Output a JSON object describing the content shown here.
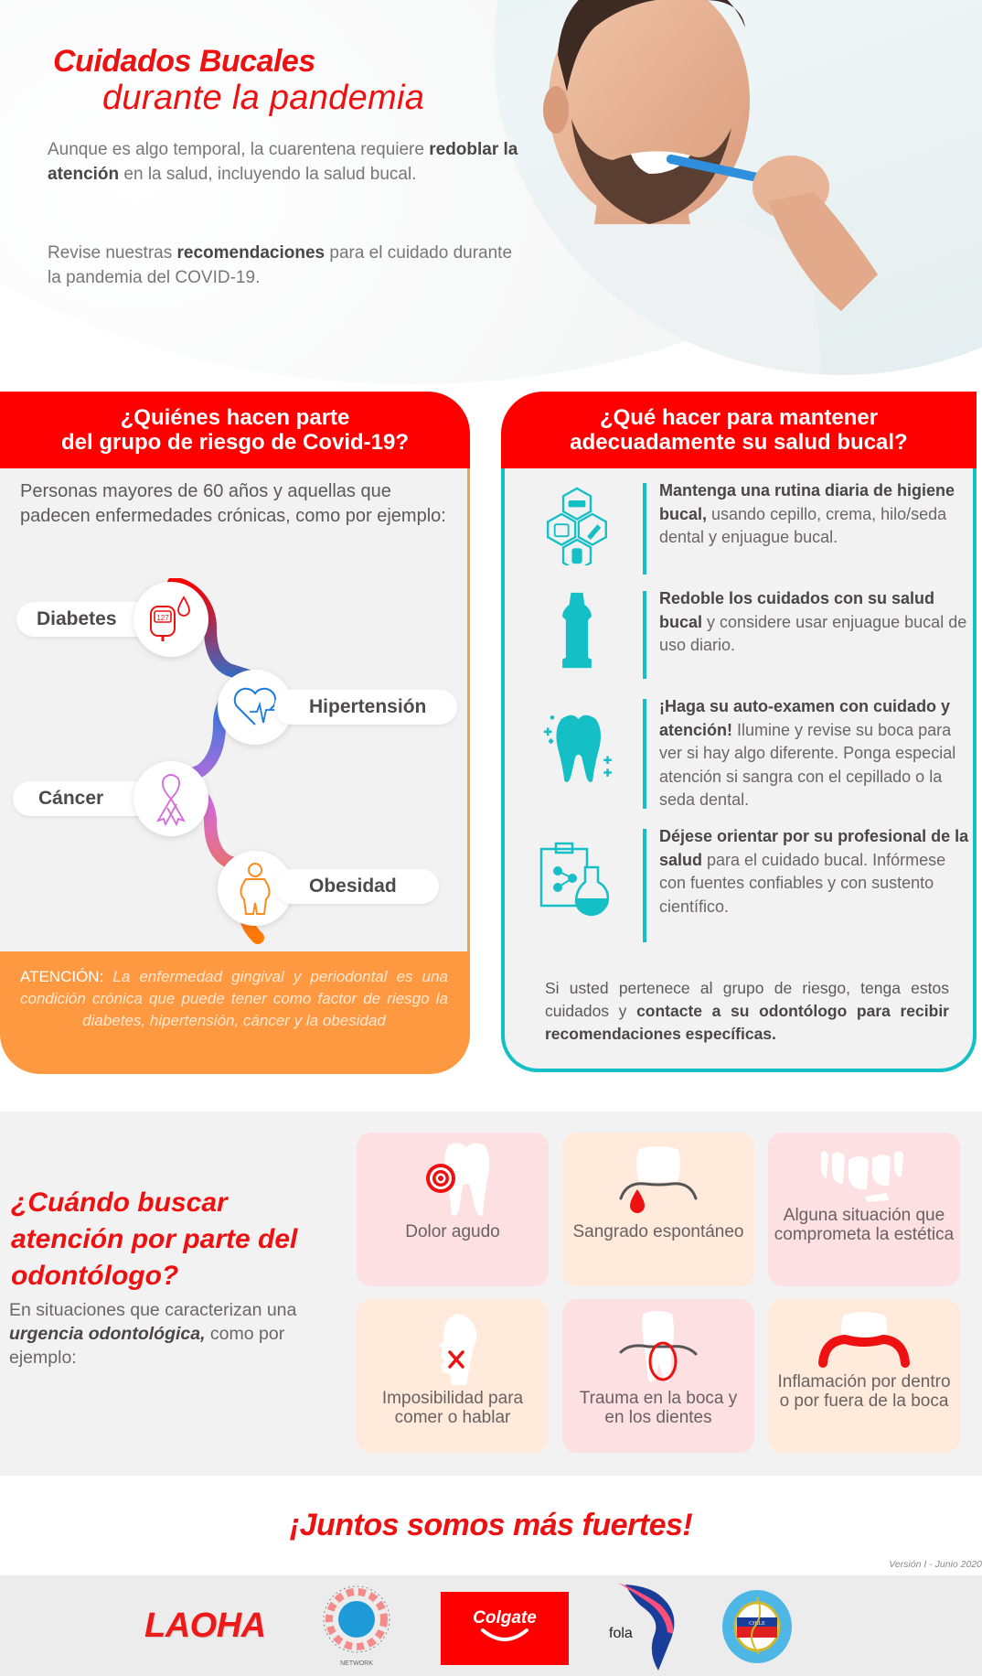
{
  "hero": {
    "title_line1": "Cuidados Bucales",
    "title_line2": "durante la pandemia",
    "paragraph1": {
      "before": "Aunque es algo temporal, la cuarentena requiere ",
      "bold": "redoblar la atención",
      "after": " en la salud, incluyendo la salud bucal."
    },
    "paragraph2": {
      "before": "Revise nuestras ",
      "bold": "recomendaciones",
      "after": " para el cuidado durante la pandemia del COVID-19."
    },
    "image_alt": "man-brushing-teeth-photo"
  },
  "risk_group": {
    "header_line1": "¿Quiénes hacen parte",
    "header_line2": "del grupo de riesgo de Covid-19?",
    "intro": "Personas mayores de 60 años y aquellas que padecen enfermedades crónicas, como por ejemplo:",
    "conditions": [
      {
        "label": "Diabetes",
        "icon": "glucometer-icon",
        "color": "#ee1111",
        "glucometer_value": "127"
      },
      {
        "label": "Hipertensión",
        "icon": "heart-pulse-icon",
        "color": "#1a7be0"
      },
      {
        "label": "Cáncer",
        "icon": "ribbon-icon",
        "color": "#d46ad9"
      },
      {
        "label": "Obesidad",
        "icon": "obese-person-icon",
        "color": "#ff8a1c"
      }
    ],
    "attention": {
      "label": "ATENCIÓN:",
      "text": " La enfermedad gingival y periodontal es una condición crónica que puede tener como factor de riesgo la diabetes, hipertensión, cáncer y la obesidad"
    }
  },
  "oral_health": {
    "header_line1": "¿Qué hacer para mantener",
    "header_line2": "adecuadamente su salud bucal?",
    "tips": [
      {
        "icon": "hygiene-kit-icon",
        "bold": "Mantenga una rutina diaria de higiene bucal,",
        "text": " usando cepillo, crema, hilo/seda dental y enjuague bucal."
      },
      {
        "icon": "mouthwash-bottle-icon",
        "bold": "Redoble los cuidados con su salud bucal",
        "text": " y considere usar enjuague bucal de uso diario."
      },
      {
        "icon": "sparkling-tooth-icon",
        "bold": "¡Haga su auto-examen con cuidado y atención!",
        "text": " Ilumine y revise su boca para ver si hay algo diferente. Ponga especial atención si sangra con el cepillado o la seda dental."
      },
      {
        "icon": "clipboard-flask-icon",
        "bold": "Déjese orientar por su profesional de la salud",
        "text": " para el cuidado bucal. Infórmese con fuentes confiables y  con sustento científico."
      }
    ],
    "closing": {
      "before": "Si usted pertenece al grupo de riesgo, tenga estos cuidados y ",
      "bold": "contacte a su odontólogo para recibir recomendaciones específicas."
    }
  },
  "emergency": {
    "title": "¿Cuándo buscar atención por parte del odontólogo?",
    "subtitle": {
      "before": "En situaciones que caracterizan una ",
      "bold": "urgencia odontológica,",
      "after": " como por ejemplo:"
    },
    "tiles": [
      {
        "label": "Dolor agudo",
        "icon": "tooth-pain-icon",
        "bg": "#fde0e1"
      },
      {
        "label": "Sangrado espontáneo",
        "icon": "gum-bleeding-icon",
        "bg": "#ffeadb"
      },
      {
        "label": "Alguna situación que comprometa la estética",
        "icon": "broken-teeth-icon",
        "bg": "#fde0e1"
      },
      {
        "label": "Imposibilidad para comer o hablar",
        "icon": "head-jaw-x-icon",
        "bg": "#ffeadb"
      },
      {
        "label": "Trauma en la boca y en los dientes",
        "icon": "tooth-fracture-icon",
        "bg": "#fde0e1"
      },
      {
        "label": "Inflamación por dentro o por fuera de la boca",
        "icon": "inflamed-gum-icon",
        "bg": "#ffeadb"
      }
    ]
  },
  "slogan": "¡Juntos somos más fuertes!",
  "version": "Versión I - Junio 2020",
  "footer": {
    "logos": [
      {
        "name": "LAOHA",
        "text": "LAOHA"
      },
      {
        "name": "Caribbean Oral Health Initiative Network",
        "text": "NETWORK"
      },
      {
        "name": "Colgate",
        "text": "Colgate"
      },
      {
        "name": "FOLA",
        "text": "fola"
      },
      {
        "name": "Colegio de Cirujanos Dentistas de Chile",
        "text": "CHILE"
      }
    ]
  },
  "colors": {
    "brand_red": "#ff0000",
    "title_red": "#ee1111",
    "teal": "#15bfc6",
    "orange": "#fe9941",
    "panel_gray": "#f2f2f2"
  }
}
